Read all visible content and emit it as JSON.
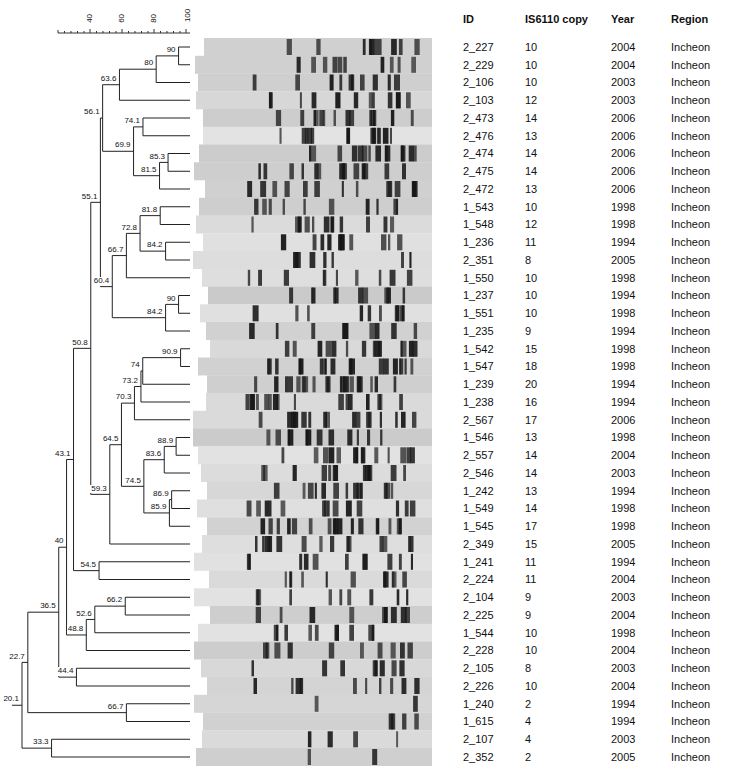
{
  "diagram": {
    "labels": [
      "40",
      "60",
      "80",
      "100",
      "ID",
      "IS6110 copy",
      "Year",
      "Region",
      "2_227",
      "10",
      "2004",
      "Incheon",
      "2_229",
      "10",
      "2004",
      "Incheon",
      "2_106",
      "10",
      "2003",
      "Incheon",
      "2_103",
      "12",
      "2003",
      "Incheon",
      "2_473",
      "14",
      "2006",
      "Incheon",
      "2_476",
      "13",
      "2006",
      "Incheon",
      "2_474",
      "14",
      "2006",
      "Incheon",
      "2_475",
      "14",
      "2006",
      "Incheon",
      "2_472",
      "13",
      "2006",
      "Incheon",
      "1_543",
      "10",
      "1998",
      "Incheon",
      "1_548",
      "12",
      "1998",
      "Incheon",
      "1_236",
      "11",
      "1994",
      "Incheon",
      "2_351",
      "8",
      "2005",
      "Incheon",
      "1_550",
      "10",
      "1998",
      "Incheon",
      "1_237",
      "10",
      "1994",
      "Incheon",
      "1_551",
      "10",
      "1998",
      "Incheon",
      "1_235",
      "9",
      "1994",
      "Incheon",
      "1_542",
      "15",
      "1998",
      "Incheon",
      "1_547",
      "18",
      "1998",
      "Incheon",
      "1_239",
      "20",
      "1994",
      "Incheon",
      "1_238",
      "16",
      "1994",
      "Incheon",
      "2_567",
      "17",
      "2006",
      "Incheon",
      "1_546",
      "13",
      "1998",
      "Incheon",
      "2_557",
      "14",
      "2004",
      "Incheon",
      "2_546",
      "14",
      "2003",
      "Incheon",
      "1_242",
      "13",
      "1994",
      "Incheon",
      "1_549",
      "14",
      "1998",
      "Incheon",
      "1_545",
      "17",
      "1998",
      "Incheon",
      "2_349",
      "15",
      "2005",
      "Incheon",
      "1_241",
      "11",
      "1994",
      "Incheon",
      "2_224",
      "11",
      "2004",
      "Incheon",
      "2_104",
      "9",
      "2003",
      "Incheon",
      "2_225",
      "9",
      "2004",
      "Incheon",
      "1_544",
      "10",
      "1998",
      "Incheon",
      "2_228",
      "10",
      "2004",
      "Incheon",
      "2_105",
      "8",
      "2003",
      "Incheon",
      "2_226",
      "10",
      "2004",
      "Incheon",
      "1_240",
      "2",
      "1994",
      "Incheon",
      "1_615",
      "4",
      "1994",
      "Incheon",
      "2_107",
      "4",
      "2003",
      "Incheon",
      "2_352",
      "2",
      "2005",
      "Incheon",
      "90",
      "80",
      "63.6",
      "74.1",
      "85.3",
      "81.5",
      "69.9",
      "56.1",
      "81.8",
      "84.2",
      "72.8",
      "66.7",
      "90",
      "84.2",
      "60.4",
      "55.1",
      "90.9",
      "74",
      "73.2",
      "70.3",
      "88.9",
      "83.6",
      "86.9",
      "85.9",
      "74.5",
      "64.5",
      "59.3",
      "50.8",
      "54.5",
      "43.1",
      "66.2",
      "52.6",
      "48.8",
      "40",
      "44.4",
      "36.5",
      "66.7",
      "22.7",
      "33.3",
      "20.1"
    ]
  }
}
